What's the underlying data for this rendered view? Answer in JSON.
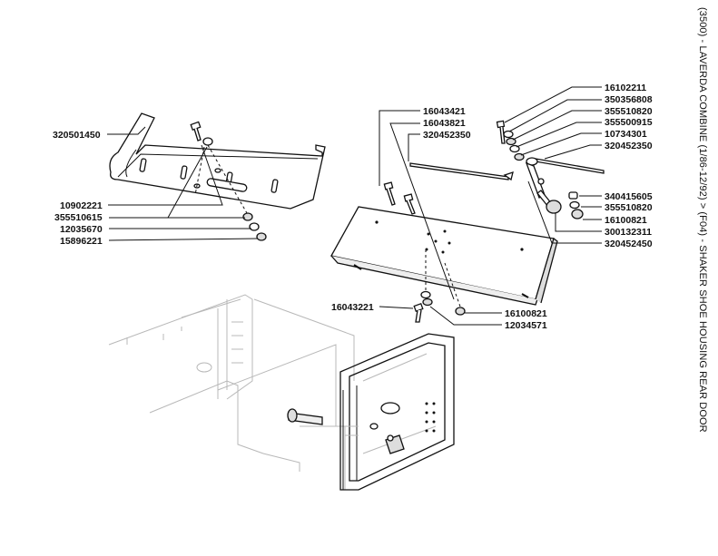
{
  "title": "(3500) - LAVERDA COMBINE (1/86-12/92) > (F04) - SHAKER SHOE HOUSING REAR DOOR",
  "part_numbers": {
    "p320501450": "320501450",
    "p10902221": "10902221",
    "p355510615": "355510615",
    "p12035670": "12035670",
    "p15896221": "15896221",
    "p16043421": "16043421",
    "p16043821": "16043821",
    "p320452350a": "320452350",
    "p16102211": "16102211",
    "p350356808": "350356808",
    "p355510820a": "355510820",
    "p355500915": "355500915",
    "p10734301": "10734301",
    "p320452350b": "320452350",
    "p340415605": "340415605",
    "p355510820b": "355510820",
    "p16100821a": "16100821",
    "p300132311": "300132311",
    "p320452450": "320452450",
    "p16043221": "16043221",
    "p16100821b": "16100821",
    "p12034571": "12034571"
  }
}
